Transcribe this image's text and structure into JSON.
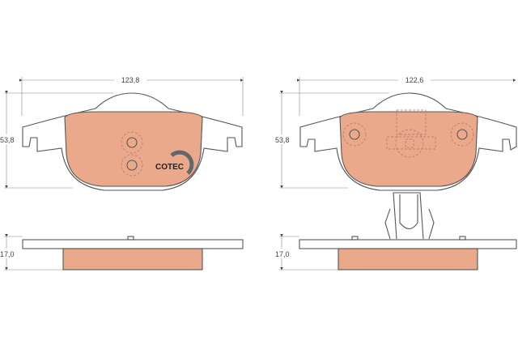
{
  "colors": {
    "friction_material": "#eba98c",
    "outline": "#555555"
  },
  "left_pad": {
    "width_label": "123,8",
    "height_label": "53,8",
    "thickness_label": "17,0",
    "logo_text": "COTEC"
  },
  "right_pad": {
    "width_label": "122,6",
    "height_label": "53,8",
    "thickness_label": "17,0"
  }
}
